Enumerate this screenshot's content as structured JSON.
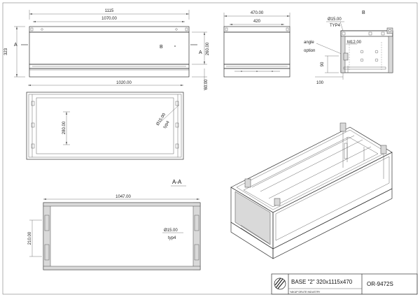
{
  "front_view": {
    "overall_width": "1115",
    "inner_width": "1070.00",
    "height": "323",
    "section_left": "A",
    "section_right": "A",
    "inner_height": "260.00",
    "view_b": "B",
    "foot_height": "60.00"
  },
  "side_view": {
    "overall_width": "470.00",
    "inner_width": "420"
  },
  "detail_b": {
    "title": "B",
    "hole_dia": "Ø15.00",
    "typ": "TYP4",
    "angle_label": "angle",
    "option_label": "option",
    "thread": "M12.00",
    "height": "90",
    "width": "100"
  },
  "top_view": {
    "width": "1020.00",
    "inner_height": "280.00",
    "hole_dia": "Ø15.00",
    "typ": "typ4"
  },
  "section_aa": {
    "title": "A-A",
    "width": "1047.00",
    "height": "210.00",
    "hole_dia": "Ø15.00",
    "typ": "typ4"
  },
  "title_block": {
    "name": "BASE \"2\" 320x1115x470",
    "code": "OR-9472S",
    "company": "YAKUP DRUTE INDUSTRY"
  }
}
